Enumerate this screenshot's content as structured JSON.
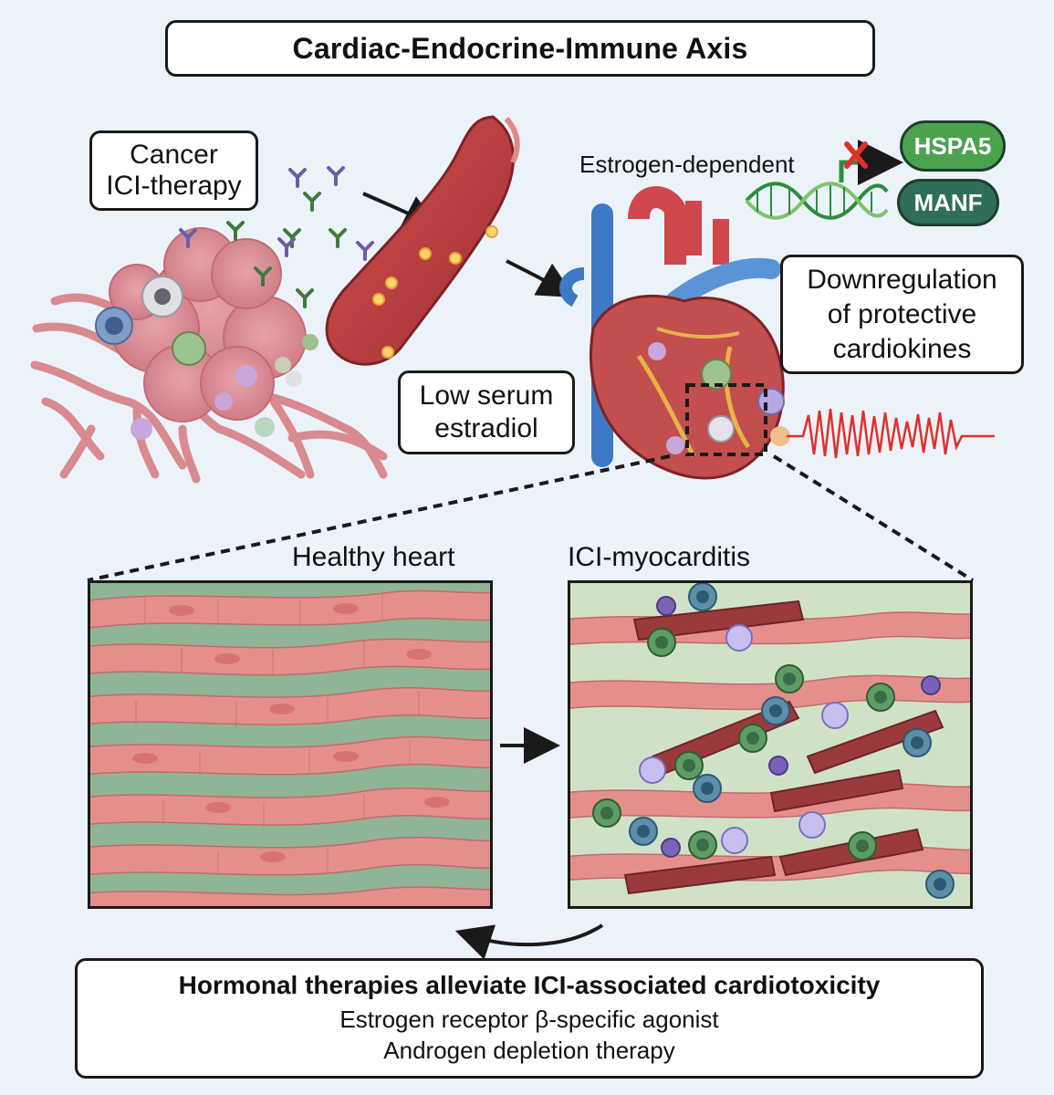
{
  "title": "Cardiac-Endocrine-Immune Axis",
  "labels": {
    "cancer": [
      "Cancer",
      "ICI-therapy"
    ],
    "serum": [
      "Low serum",
      "estradiol"
    ],
    "estrogen_dependent": "Estrogen-dependent",
    "downregulation": [
      "Downregulation",
      "of protective",
      "cardiokines"
    ],
    "healthy_heart": "Healthy heart",
    "ici_myocarditis": "ICI-myocarditis"
  },
  "genes": {
    "hspa5": "HSPA5",
    "manf": "MANF"
  },
  "therapy": {
    "heading": "Hormonal therapies alleviate ICI-associated cardiotoxicity",
    "items": [
      "Estrogen receptor β-specific agonist",
      "Androgen depletion therapy"
    ]
  },
  "colors": {
    "background": "#ecf2fa",
    "vessel": "#b93a3a",
    "heart": "#c44a4a",
    "hspa5": "#4ba34f",
    "manf": "#2e6e5a",
    "inhibit_x": "#e0302a",
    "ecg": "#e0302a"
  },
  "icons": [
    "tumor-icon",
    "antibody-icon",
    "blood-vessel-icon",
    "heart-icon",
    "dna-icon",
    "ecg-icon",
    "immune-cell-icon",
    "cardiomyocyte-icon"
  ]
}
